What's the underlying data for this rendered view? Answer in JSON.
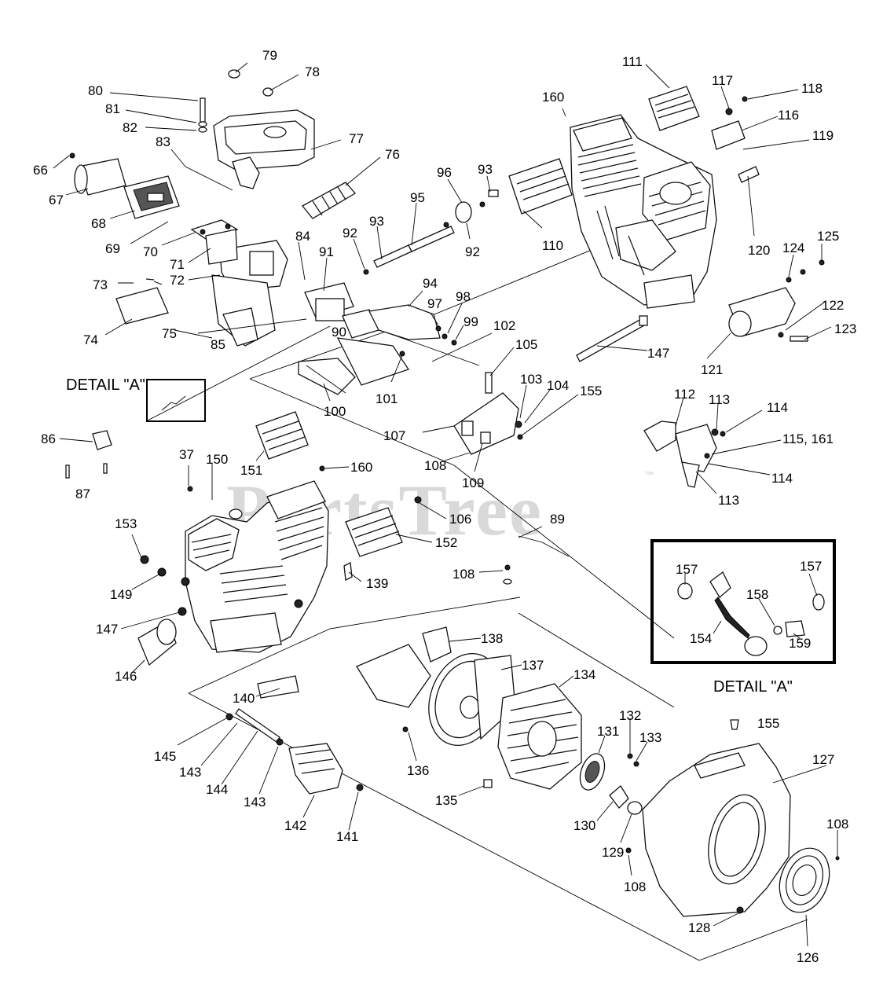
{
  "watermark": {
    "text": "PartsTree",
    "mark": "™"
  },
  "detail": {
    "ref_label": "DETAIL \"A\"",
    "inset_label": "DETAIL \"A\""
  },
  "callouts": [
    {
      "id": "c79",
      "text": "79"
    },
    {
      "id": "c78",
      "text": "78"
    },
    {
      "id": "c80",
      "text": "80"
    },
    {
      "id": "c81",
      "text": "81"
    },
    {
      "id": "c82",
      "text": "82"
    },
    {
      "id": "c77",
      "text": "77"
    },
    {
      "id": "c83",
      "text": "83"
    },
    {
      "id": "c66",
      "text": "66"
    },
    {
      "id": "c67",
      "text": "67"
    },
    {
      "id": "c76",
      "text": "76"
    },
    {
      "id": "c68",
      "text": "68"
    },
    {
      "id": "c69",
      "text": "69"
    },
    {
      "id": "c70",
      "text": "70"
    },
    {
      "id": "c71",
      "text": "71"
    },
    {
      "id": "c72",
      "text": "72"
    },
    {
      "id": "c73",
      "text": "73"
    },
    {
      "id": "c74",
      "text": "74"
    },
    {
      "id": "c75",
      "text": "75"
    },
    {
      "id": "c84",
      "text": "84"
    },
    {
      "id": "c91",
      "text": "91"
    },
    {
      "id": "c92a",
      "text": "92"
    },
    {
      "id": "c93a",
      "text": "93"
    },
    {
      "id": "c95",
      "text": "95"
    },
    {
      "id": "c96",
      "text": "96"
    },
    {
      "id": "c93b",
      "text": "93"
    },
    {
      "id": "c92b",
      "text": "92"
    },
    {
      "id": "c94",
      "text": "94"
    },
    {
      "id": "c97",
      "text": "97"
    },
    {
      "id": "c98",
      "text": "98"
    },
    {
      "id": "c99",
      "text": "99"
    },
    {
      "id": "c90",
      "text": "90"
    },
    {
      "id": "c85",
      "text": "85"
    },
    {
      "id": "c102",
      "text": "102"
    },
    {
      "id": "c105",
      "text": "105"
    },
    {
      "id": "c101",
      "text": "101"
    },
    {
      "id": "c100",
      "text": "100"
    },
    {
      "id": "c103",
      "text": "103"
    },
    {
      "id": "c104",
      "text": "104"
    },
    {
      "id": "c155a",
      "text": "155"
    },
    {
      "id": "c107",
      "text": "107"
    },
    {
      "id": "c108a",
      "text": "108"
    },
    {
      "id": "c109",
      "text": "109"
    },
    {
      "id": "c111",
      "text": "111"
    },
    {
      "id": "c160a",
      "text": "160"
    },
    {
      "id": "c110",
      "text": "110"
    },
    {
      "id": "c117",
      "text": "117"
    },
    {
      "id": "c118",
      "text": "118"
    },
    {
      "id": "c116",
      "text": "116"
    },
    {
      "id": "c119",
      "text": "119"
    },
    {
      "id": "c120",
      "text": "120"
    },
    {
      "id": "c124",
      "text": "124"
    },
    {
      "id": "c125",
      "text": "125"
    },
    {
      "id": "c122",
      "text": "122"
    },
    {
      "id": "c123",
      "text": "123"
    },
    {
      "id": "c121",
      "text": "121"
    },
    {
      "id": "c147a",
      "text": "147"
    },
    {
      "id": "c112",
      "text": "112"
    },
    {
      "id": "c113a",
      "text": "113"
    },
    {
      "id": "c114a",
      "text": "114"
    },
    {
      "id": "c115",
      "text": "115, 161"
    },
    {
      "id": "c114b",
      "text": "114"
    },
    {
      "id": "c113b",
      "text": "113"
    },
    {
      "id": "c86",
      "text": "86"
    },
    {
      "id": "c87",
      "text": "87"
    },
    {
      "id": "c37",
      "text": "37"
    },
    {
      "id": "c150",
      "text": "150"
    },
    {
      "id": "c151",
      "text": "151"
    },
    {
      "id": "c160b",
      "text": "160"
    },
    {
      "id": "c106",
      "text": "106"
    },
    {
      "id": "c89",
      "text": "89"
    },
    {
      "id": "c152",
      "text": "152"
    },
    {
      "id": "c153",
      "text": "153"
    },
    {
      "id": "c139",
      "text": "139"
    },
    {
      "id": "c108b",
      "text": "108"
    },
    {
      "id": "c149",
      "text": "149"
    },
    {
      "id": "c147b",
      "text": "147"
    },
    {
      "id": "c146",
      "text": "146"
    },
    {
      "id": "c138",
      "text": "138"
    },
    {
      "id": "c137",
      "text": "137"
    },
    {
      "id": "c134",
      "text": "134"
    },
    {
      "id": "c140",
      "text": "140"
    },
    {
      "id": "c155b",
      "text": "155"
    },
    {
      "id": "c132",
      "text": "132"
    },
    {
      "id": "c131",
      "text": "131"
    },
    {
      "id": "c133",
      "text": "133"
    },
    {
      "id": "c145",
      "text": "145"
    },
    {
      "id": "c143a",
      "text": "143"
    },
    {
      "id": "c144",
      "text": "144"
    },
    {
      "id": "c143b",
      "text": "143"
    },
    {
      "id": "c136",
      "text": "136"
    },
    {
      "id": "c127",
      "text": "127"
    },
    {
      "id": "c135",
      "text": "135"
    },
    {
      "id": "c142",
      "text": "142"
    },
    {
      "id": "c141",
      "text": "141"
    },
    {
      "id": "c130",
      "text": "130"
    },
    {
      "id": "c129",
      "text": "129"
    },
    {
      "id": "c108c",
      "text": "108"
    },
    {
      "id": "c108d",
      "text": "108"
    },
    {
      "id": "c128",
      "text": "128"
    },
    {
      "id": "c126",
      "text": "126"
    },
    {
      "id": "c157a",
      "text": "157"
    },
    {
      "id": "c157b",
      "text": "157"
    },
    {
      "id": "c158",
      "text": "158"
    },
    {
      "id": "c154",
      "text": "154"
    },
    {
      "id": "c159",
      "text": "159"
    }
  ]
}
